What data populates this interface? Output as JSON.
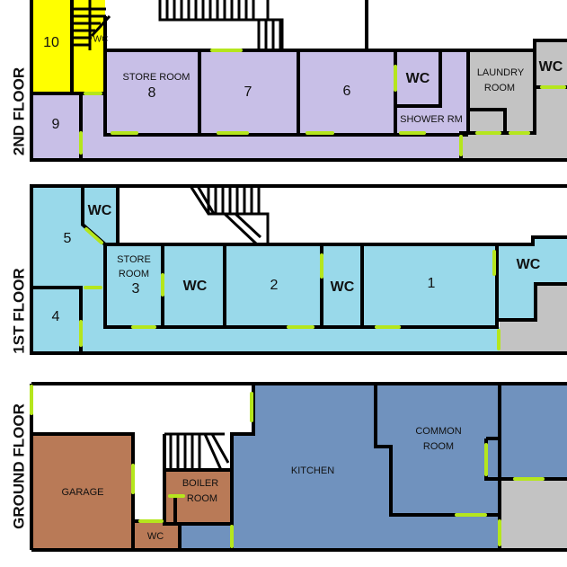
{
  "floors": {
    "second": {
      "name": "2ND FLOOR",
      "rooms": {
        "r10": "10",
        "wc_small": "WC",
        "store8_a": "STORE ROOM",
        "store8_b": "8",
        "r7": "7",
        "r6": "6",
        "wc": "WC",
        "shower": "SHOWER RM",
        "laundry_a": "LAUNDRY",
        "laundry_b": "ROOM",
        "wc_right": "WC",
        "r9": "9"
      }
    },
    "first": {
      "name": "1ST FLOOR",
      "rooms": {
        "wc_top": "WC",
        "r5": "5",
        "store3_a": "STORE",
        "store3_b": "ROOM",
        "store3_c": "3",
        "wc_a": "WC",
        "r2": "2",
        "wc_b": "WC",
        "r1": "1",
        "wc_right": "WC",
        "r4": "4"
      }
    },
    "ground": {
      "name": "GROUND FLOOR",
      "rooms": {
        "garage": "GARAGE",
        "boiler_a": "BOILER",
        "boiler_b": "ROOM",
        "wc": "WC",
        "kitchen": "KITCHEN",
        "common_a": "COMMON",
        "common_b": "ROOM"
      }
    }
  },
  "colors": {
    "second_floor": "#c8bfe7",
    "room10": "#ffff00",
    "first_floor": "#99d9ea",
    "ground_blue": "#7092be",
    "ground_brown": "#b97a57",
    "service_grey": "#c3c3c3",
    "door": "#b5e61d",
    "wall": "#000000"
  }
}
